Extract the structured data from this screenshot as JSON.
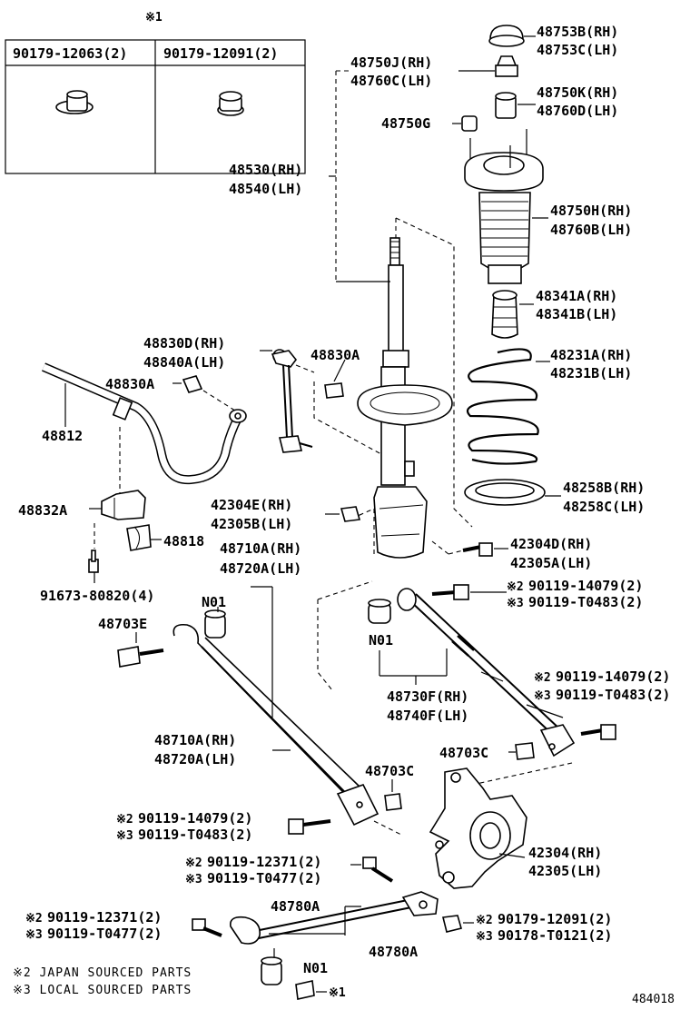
{
  "box": {
    "mark": "※1",
    "col1": "90179-12063(2)",
    "col2": "90179-12091(2)"
  },
  "labels": {
    "p48753B": "48753B(RH)",
    "p48753C": "48753C(LH)",
    "p48750J": "48750J(RH)",
    "p48760C": "48760C(LH)",
    "p48750K": "48750K(RH)",
    "p48760D": "48760D(LH)",
    "p48750G": "48750G",
    "p48530": "48530(RH)",
    "p48540": "48540(LH)",
    "p48750H": "48750H(RH)",
    "p48760B": "48760B(LH)",
    "p48341A": "48341A(RH)",
    "p48341B": "48341B(LH)",
    "p48830D": "48830D(RH)",
    "p48840A": "48840A(LH)",
    "p48830A_right": "48830A",
    "p48231A": "48231A(RH)",
    "p48231B": "48231B(LH)",
    "p48830A_left": "48830A",
    "p48812": "48812",
    "p48258B": "48258B(RH)",
    "p48258C": "48258C(LH)",
    "p42304E": "42304E(RH)",
    "p42305B": "42305B(LH)",
    "p48832A": "48832A",
    "p48818": "48818",
    "p48710A_top": "48710A(RH)",
    "p48720A_top": "48720A(LH)",
    "p42304D": "42304D(RH)",
    "p42305A": "42305A(LH)",
    "p91673": "91673-80820(4)",
    "n01_upper": "N01",
    "a_90119_14079": "90119-14079(2)",
    "a_90119_T0483": "90119-T0483(2)",
    "p48703E": "48703E",
    "n01_mid": "N01",
    "b_90119_14079": "90119-14079(2)",
    "b_90119_T0483": "90119-T0483(2)",
    "p48730F": "48730F(RH)",
    "p48740F": "48740F(LH)",
    "p48710A_low": "48710A(RH)",
    "p48720A_low": "48720A(LH)",
    "p48703C_right": "48703C",
    "p48703C_mid": "48703C",
    "c_90119_14079": "90119-14079(2)",
    "c_90119_T0483": "90119-T0483(2)",
    "p42304": "42304(RH)",
    "p42305": "42305(LH)",
    "d_90119_12371": "90119-12371(2)",
    "d_90119_T0477": "90119-T0477(2)",
    "p48780A_top": "48780A",
    "e_90119_12371": "90119-12371(2)",
    "e_90119_T0477": "90119-T0477(2)",
    "f_90179_12091": "90179-12091(2)",
    "f_90178_T0121": "90178-T0121(2)",
    "p48780A_right": "48780A",
    "n01_low": "N01",
    "mark1_bottom": "※1",
    "mark2": "※2",
    "mark3": "※3"
  },
  "notes": {
    "japan": "※2 JAPAN SOURCED PARTS",
    "local": "※3 LOCAL SOURCED PARTS"
  },
  "ref_number": "484018"
}
